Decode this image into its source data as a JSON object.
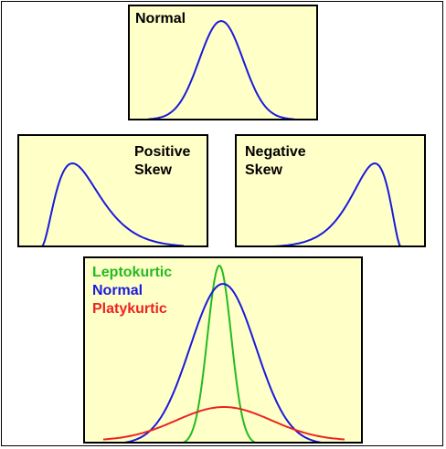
{
  "panels": {
    "normal": {
      "label": "Normal"
    },
    "positive_skew": {
      "label": "Positive\nSkew"
    },
    "negative_skew": {
      "label": "Negative\nSkew"
    },
    "kurtosis": {
      "legend": [
        {
          "label": "Leptokurtic",
          "color": "#22bb22"
        },
        {
          "label": "Normal",
          "color": "#1a1adc"
        },
        {
          "label": "Platykurtic",
          "color": "#ee2222"
        }
      ]
    }
  },
  "colors": {
    "panel_bg": "#ffffc8",
    "curve_blue": "#1a1adc"
  }
}
